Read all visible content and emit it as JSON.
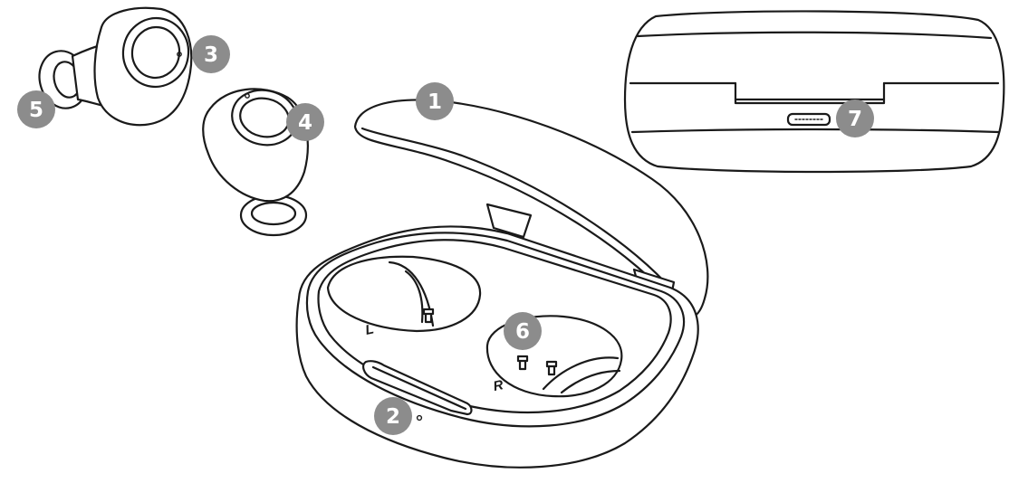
{
  "colors": {
    "badge": "#8c8c8c",
    "line": "#1a1a1a",
    "background": "#ffffff"
  },
  "callouts": [
    {
      "number": "1",
      "part": "case-lid"
    },
    {
      "number": "2",
      "part": "charge-indicator"
    },
    {
      "number": "3",
      "part": "right-earbud-touch-surface"
    },
    {
      "number": "4",
      "part": "left-earbud-touch-surface"
    },
    {
      "number": "5",
      "part": "ear-tip"
    },
    {
      "number": "6",
      "part": "charging-contacts"
    },
    {
      "number": "7",
      "part": "micro-usb-port"
    }
  ],
  "slot_labels": {
    "left": "L",
    "right": "R"
  }
}
